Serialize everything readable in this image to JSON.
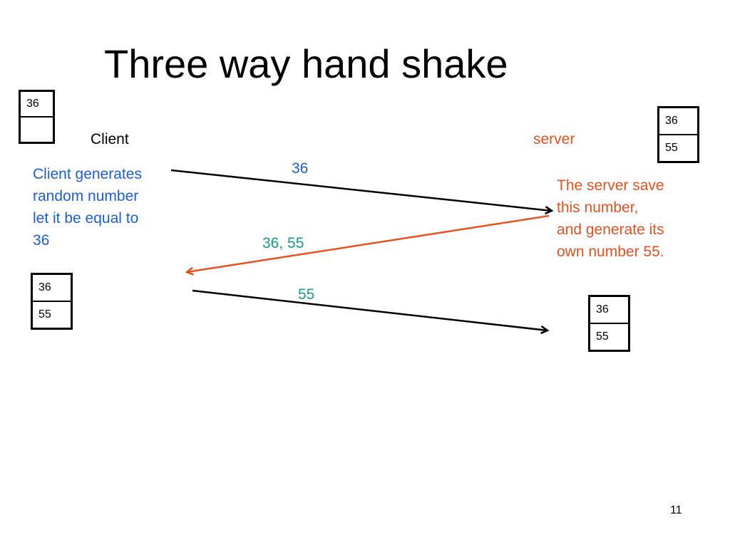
{
  "colors": {
    "client_note": "#1a5fd6",
    "server": "#e8501e",
    "teal": "#1a9a8a",
    "black": "#000000"
  },
  "slide": {
    "title": "Three way hand shake",
    "page_number": "11"
  },
  "client": {
    "label": "Client",
    "note_lines": [
      "Client generates",
      "random number",
      "let it be equal to",
      "36"
    ],
    "register_initial": [
      "36",
      ""
    ],
    "register_final": [
      "36",
      "55"
    ]
  },
  "server": {
    "label": "server",
    "note_lines": [
      "The server save",
      "this number,",
      "and generate its",
      "own number 55."
    ],
    "register_top": [
      "36",
      "55"
    ],
    "register_final": [
      "36",
      "55"
    ]
  },
  "messages": [
    {
      "label": "36",
      "direction": "client-to-server",
      "color": "#000000",
      "label_color": "#1a5fd6"
    },
    {
      "label": "36, 55",
      "direction": "server-to-client",
      "color": "#e8501e",
      "label_color": "#1a9a8a"
    },
    {
      "label": "55",
      "direction": "client-to-server",
      "color": "#000000",
      "label_color": "#1a9a8a"
    }
  ]
}
